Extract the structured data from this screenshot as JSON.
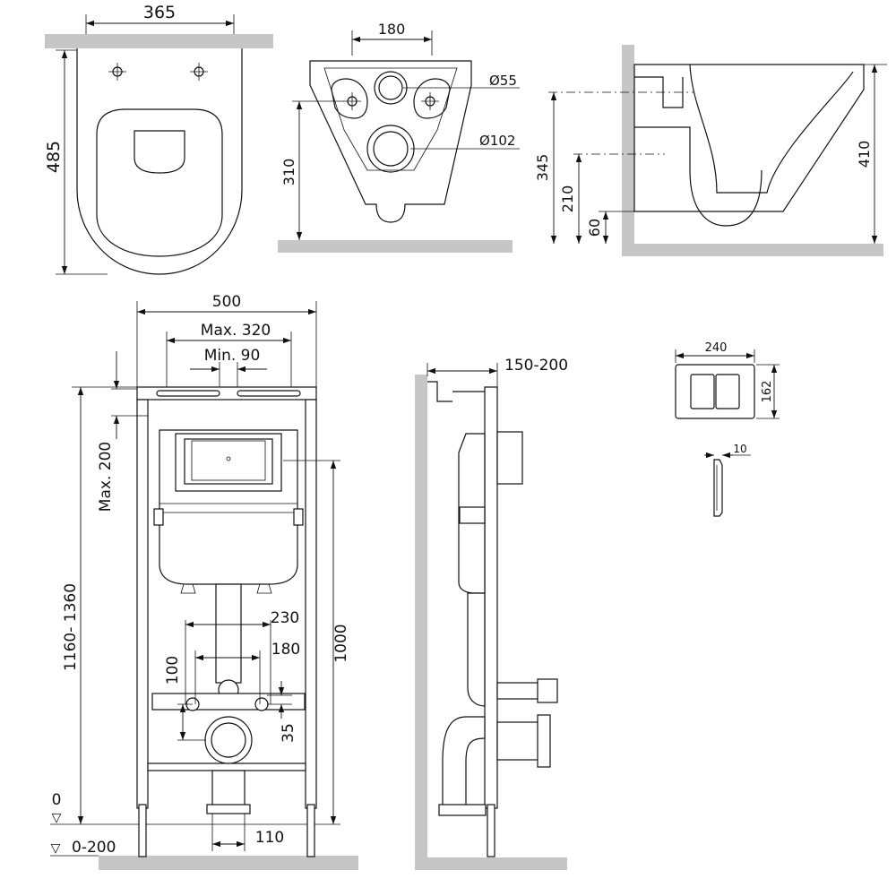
{
  "dimensions": {
    "top_view": {
      "width": "365",
      "length": "485"
    },
    "front_view": {
      "hole_spacing": "180",
      "small_dia": "Ø55",
      "large_dia": "Ø102",
      "height": "310"
    },
    "side_view": {
      "h345": "345",
      "h210": "210",
      "h60": "60",
      "h410": "410"
    },
    "frame_front": {
      "width": "500",
      "max_spacing": "Max. 320",
      "min_spacing": "Min. 90",
      "max_adjust": "Max. 200",
      "total_height": "1160- 1360",
      "tank_height": "1000",
      "d230": "230",
      "d180": "180",
      "d100": "100",
      "d35": "35",
      "d110": "110",
      "level_zero": "0",
      "level_range": "0-200",
      "level_mark": "▽"
    },
    "frame_side": {
      "depth": "150-200"
    },
    "button_plate": {
      "width": "240",
      "height": "162",
      "thickness": "10"
    }
  }
}
